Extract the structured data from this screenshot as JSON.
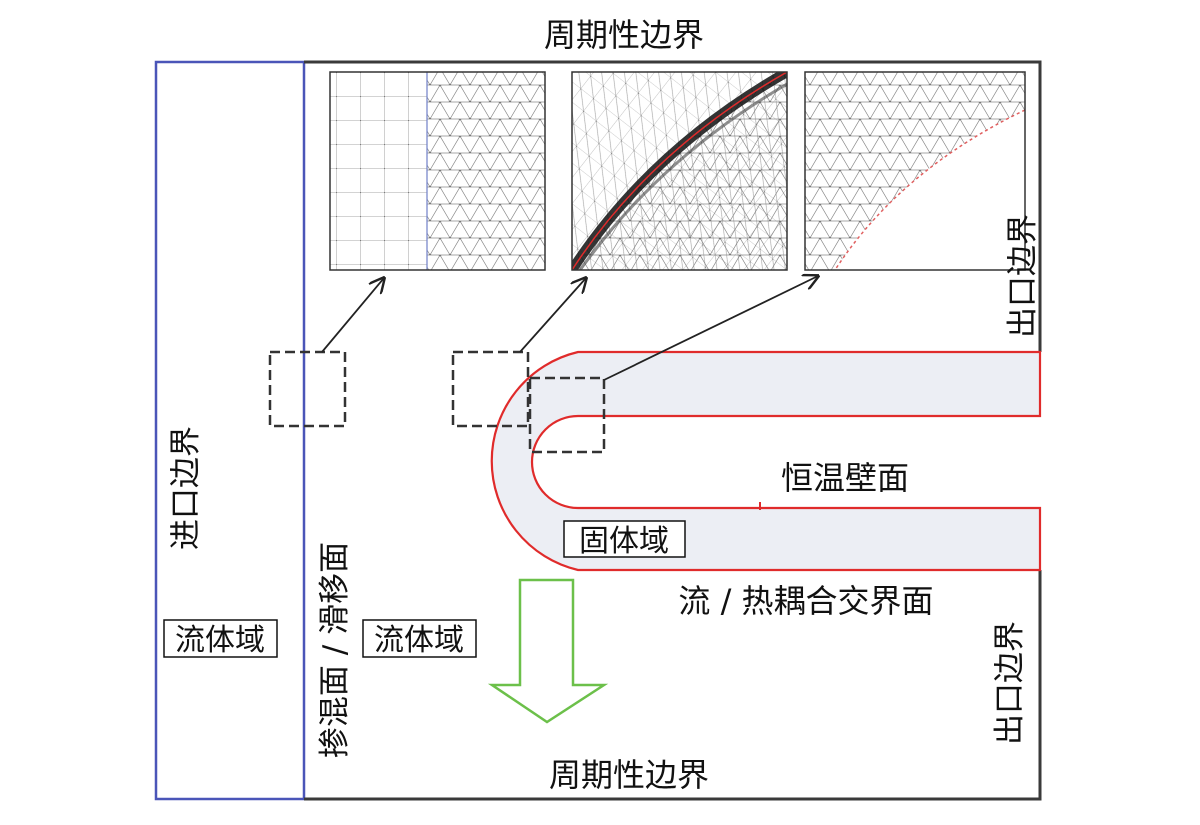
{
  "labels": {
    "periodic_top": "周期性边界",
    "periodic_bottom": "周期性边界",
    "inlet": "进口边界",
    "outlet_upper": "出口边界",
    "outlet_lower": "出口边界",
    "mixing_sliding_plane": "掺混面 / 滑移面",
    "fluid_domain_left": "流体域",
    "fluid_domain_right": "流体域",
    "solid_domain": "固体域",
    "isothermal_wall": "恒温壁面",
    "fluid_thermal_interface": "流 / 热耦合交界面"
  },
  "colors": {
    "inlet_domain_border": "#4a55b8",
    "outer_border": "#3a3a3a",
    "solid_outline": "#e02b2b",
    "solid_fill": "#eceef4",
    "flow_arrow": "#6cc04a",
    "zoom_box": "#333333",
    "mesh_line": "#8a8a8a"
  },
  "icons": {
    "flow_direction": "down-arrow-icon"
  }
}
